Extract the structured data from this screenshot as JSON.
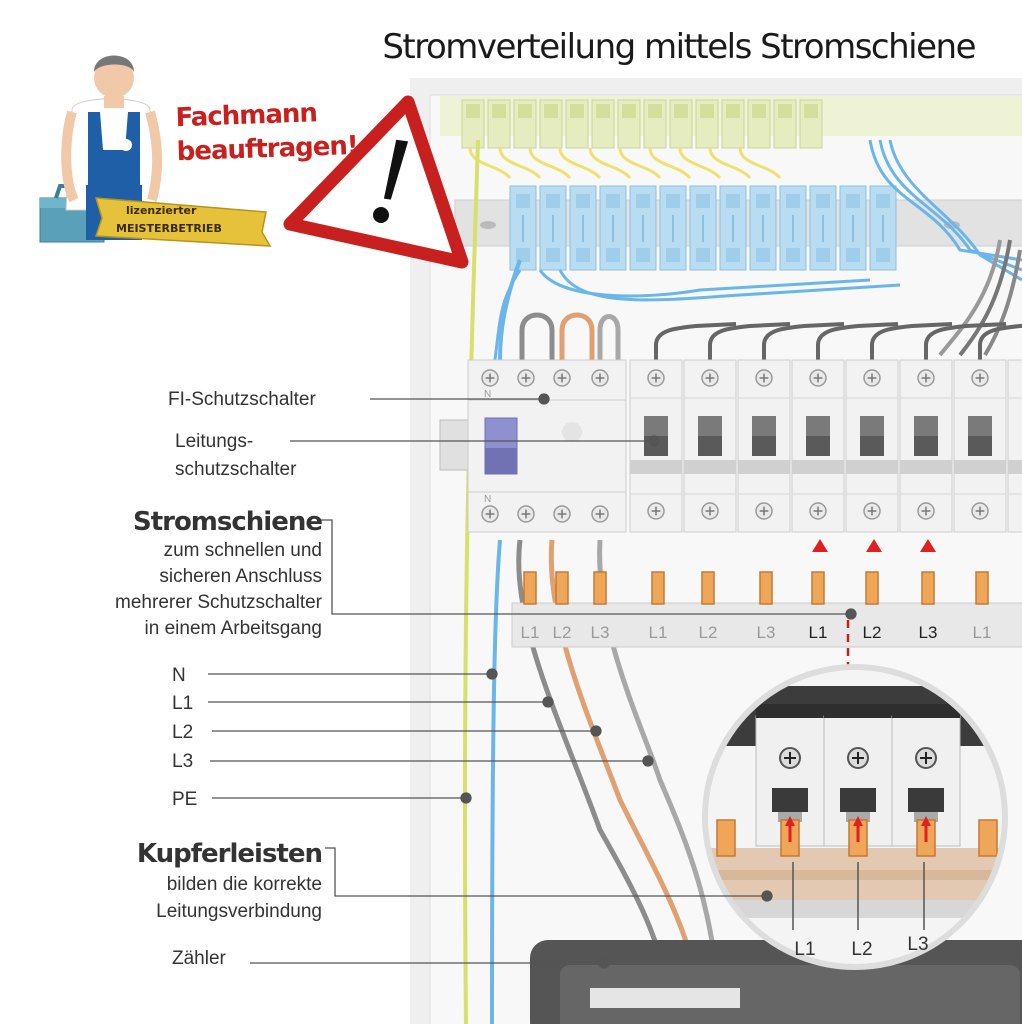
{
  "title": "Stromverteilung mittels Stromschiene",
  "warning": {
    "line1": "Fachmann",
    "line2": "beauftragen!"
  },
  "badge": {
    "line1": "lizenzierter",
    "line2": "MEISTERBETRIEB"
  },
  "labels": {
    "fi": "FI-Schutzschalter",
    "ls1": "Leitungs-",
    "ls2": "schutzschalter",
    "stromschiene_head": "Stromschiene",
    "stromschiene_1": "zum schnellen und",
    "stromschiene_2": "sicheren Anschluss",
    "stromschiene_3": "mehrerer Schutzschalter",
    "stromschiene_4": "in einem Arbeitsgang",
    "n": "N",
    "l1": "L1",
    "l2": "L2",
    "l3": "L3",
    "pe": "PE",
    "kupfer_head": "Kupferleisten",
    "kupfer_1": "bilden die korrekte",
    "kupfer_2": "Leitungsverbindung",
    "zaehler": "Zähler"
  },
  "device_letters": {
    "top": "N",
    "bottom": "N"
  },
  "rail_labels": [
    "L1",
    "L2",
    "L3",
    "L1",
    "L2",
    "L3",
    "L1",
    "L2",
    "L3",
    "L1"
  ],
  "zoom_labels": [
    "L1",
    "L2",
    "L3"
  ],
  "colors": {
    "warning_red": "#c8201e",
    "pe_yellow_green": "#d6e06a",
    "neutral_blue": "#6bb6e8",
    "l1_gray": "#8c8c8c",
    "l2_orange": "#e0a070",
    "l3_gray": "#a8a8a8",
    "copper": "#f0a658",
    "red_arrow": "#e02020"
  }
}
